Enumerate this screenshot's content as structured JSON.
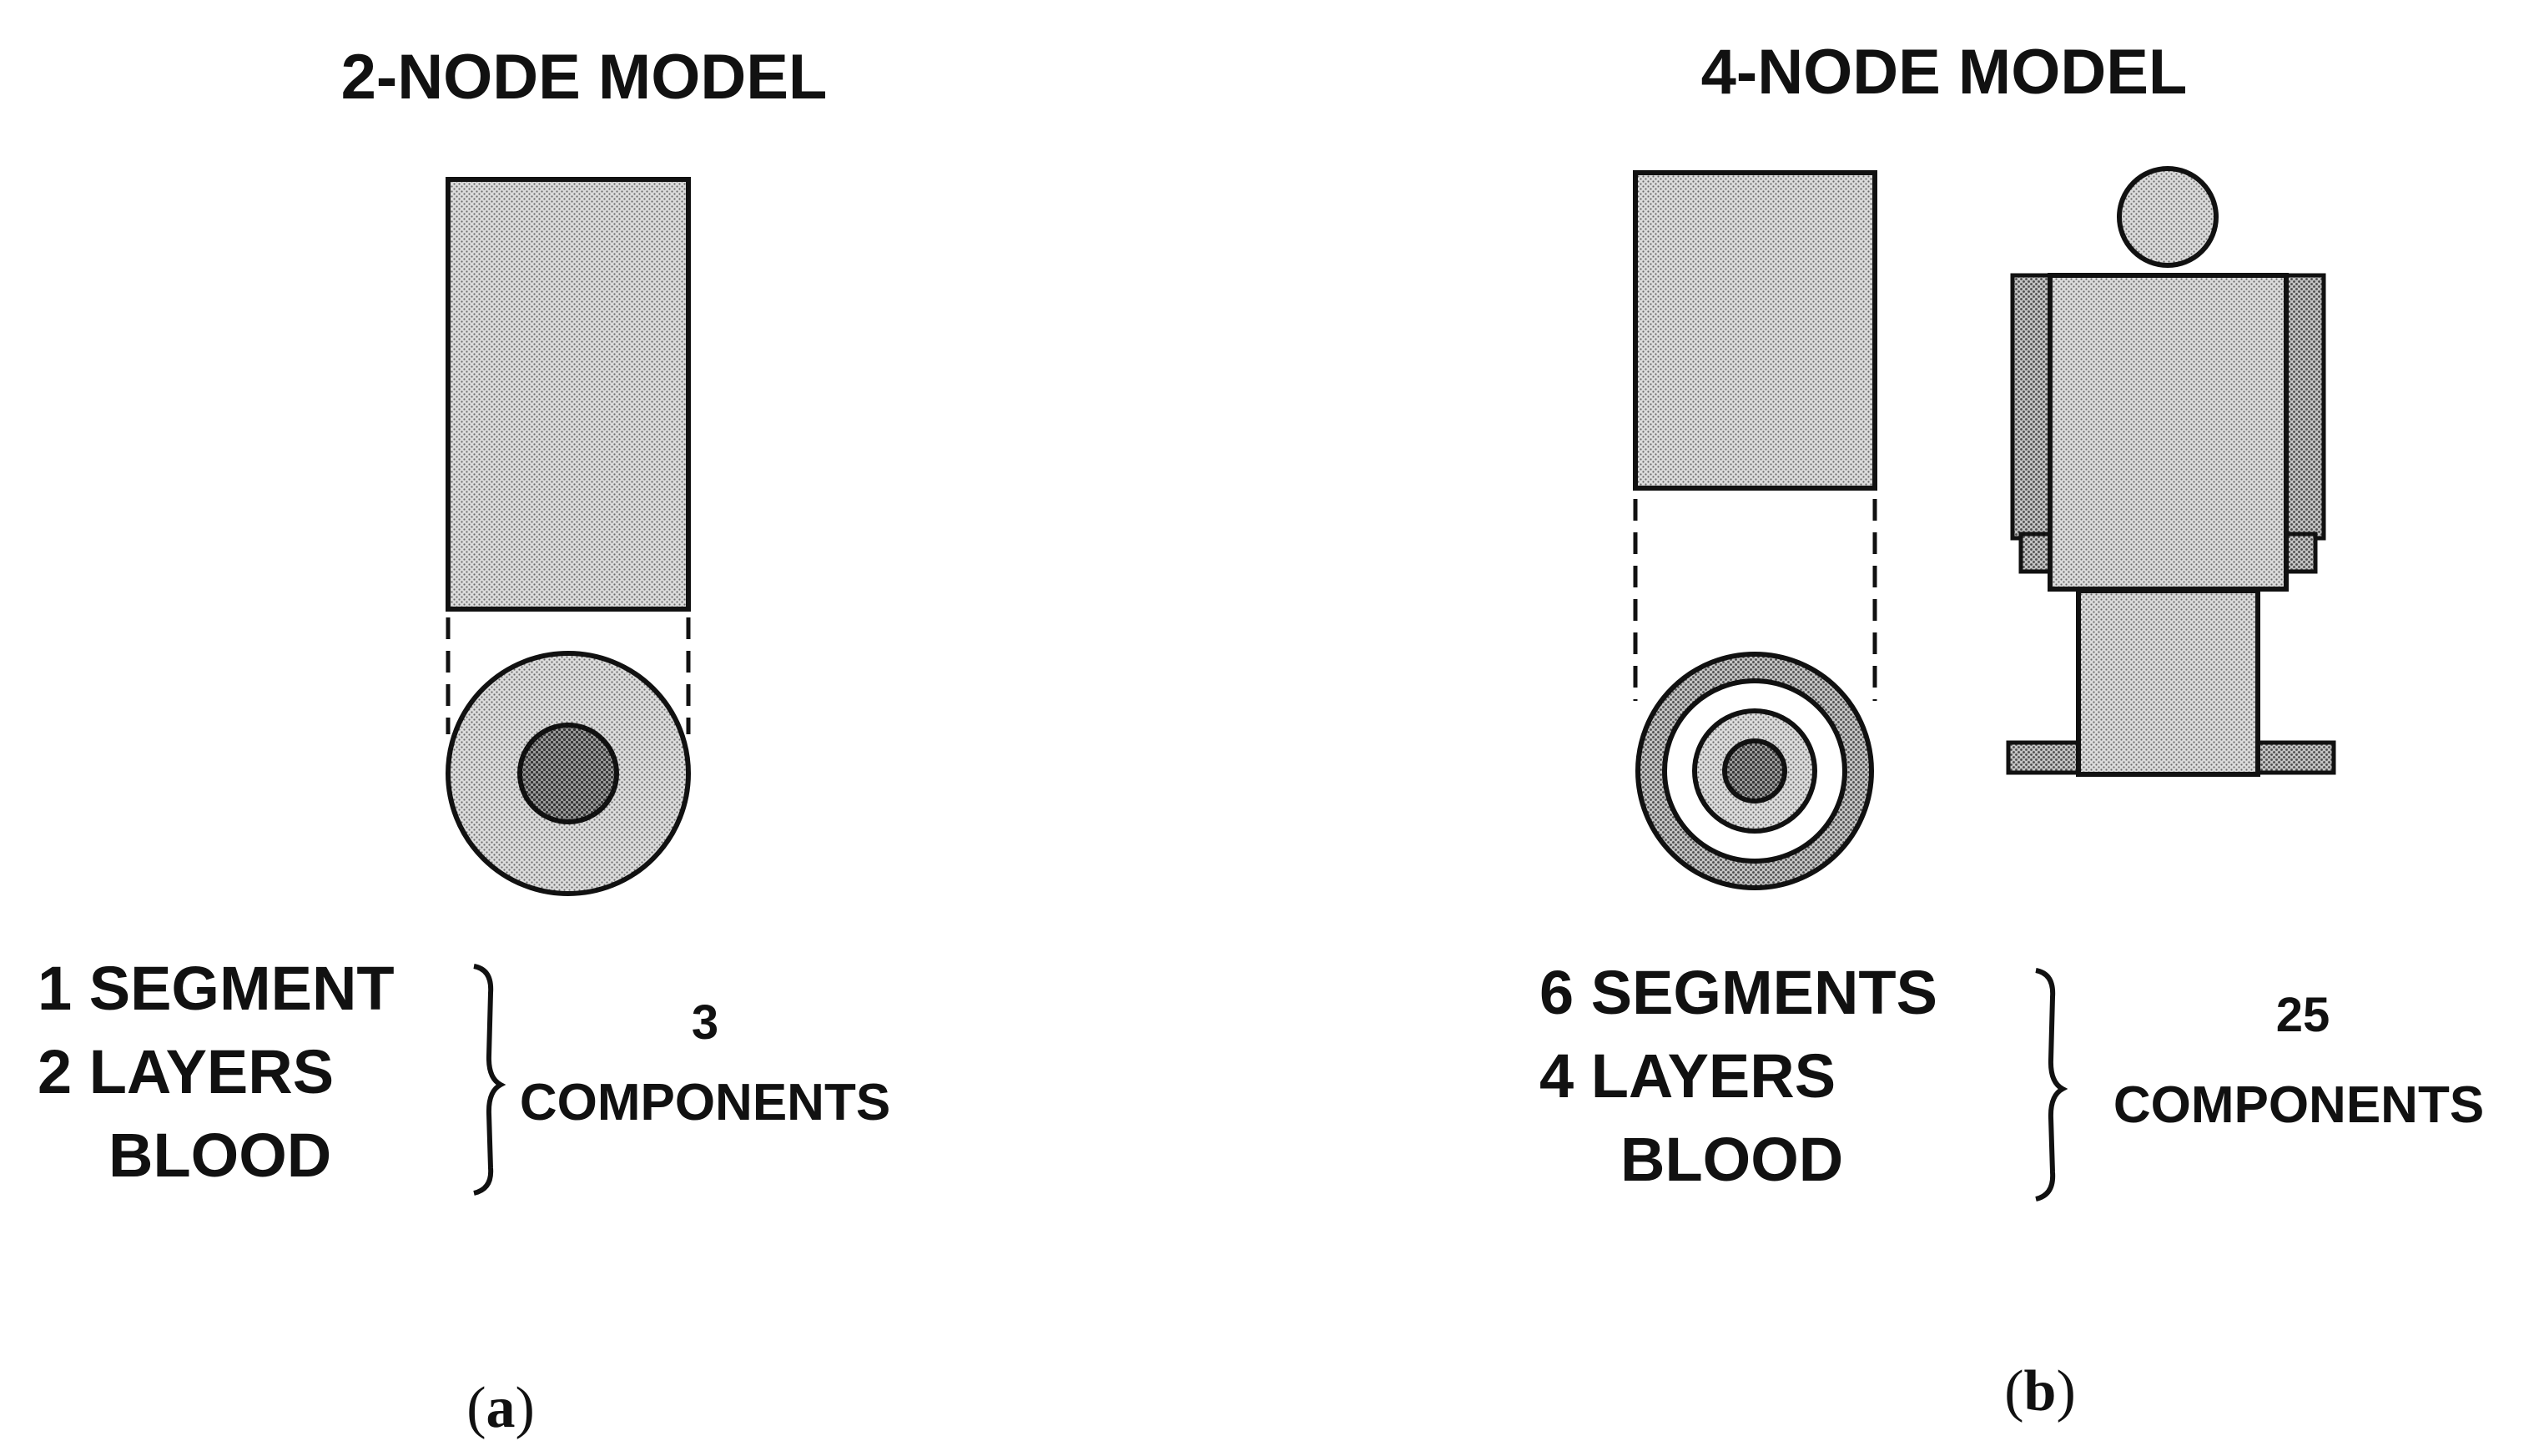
{
  "panel_a": {
    "title": "2-NODE MODEL",
    "summary_lines": [
      "1 SEGMENT",
      "2 LAYERS",
      "BLOOD"
    ],
    "component_count": "3",
    "component_label": "COMPONENTS",
    "caption_open": "(",
    "caption_letter": "a",
    "caption_close": ")"
  },
  "panel_b": {
    "title": "4-NODE MODEL",
    "summary_lines": [
      "6 SEGMENTS",
      "4 LAYERS",
      "BLOOD"
    ],
    "component_count": "25",
    "component_label": "COMPONENTS",
    "caption_open": "(",
    "caption_letter": "b",
    "caption_close": ")"
  },
  "colors": {
    "outline": "#111111",
    "light_stipple": "#c8c8c8",
    "medium_stipple": "#a8a8a8",
    "dark_stipple": "#8a8a8a",
    "white": "#ffffff"
  }
}
